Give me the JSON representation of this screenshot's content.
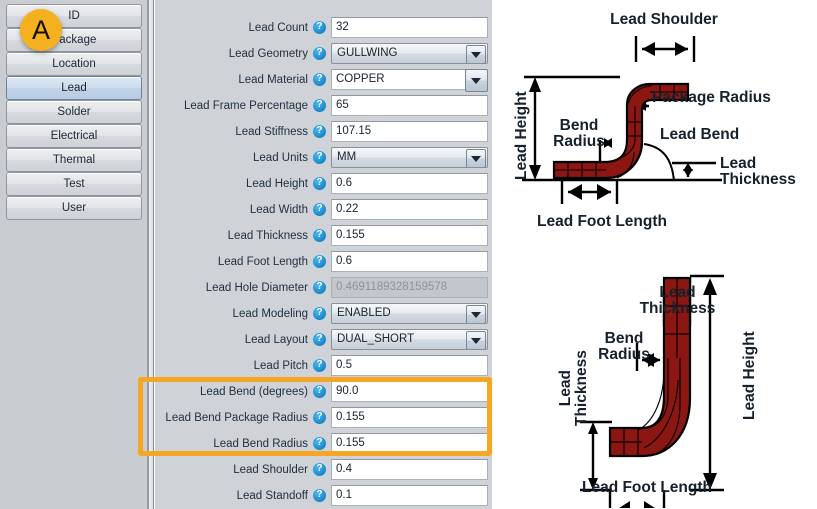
{
  "app": {
    "annotation_badge": "A",
    "panel_background": "#cfd3d8",
    "accent_highlight": "#f5a623",
    "lead_color": "#8b1612"
  },
  "tabs": {
    "items": [
      {
        "label": "ID",
        "selected": false
      },
      {
        "label": "Package",
        "selected": false
      },
      {
        "label": "Location",
        "selected": false
      },
      {
        "label": "Lead",
        "selected": true
      },
      {
        "label": "Solder",
        "selected": false
      },
      {
        "label": "Electrical",
        "selected": false
      },
      {
        "label": "Thermal",
        "selected": false
      },
      {
        "label": "Test",
        "selected": false
      },
      {
        "label": "User",
        "selected": false
      }
    ]
  },
  "form": {
    "help_glyph": "?",
    "fields": [
      {
        "label": "Lead Count",
        "value": "32",
        "type": "text"
      },
      {
        "label": "Lead Geometry",
        "value": "GULLWING",
        "type": "combo"
      },
      {
        "label": "Lead Material",
        "value": "COPPER",
        "type": "combo-split"
      },
      {
        "label": "Lead Frame Percentage",
        "value": "65",
        "type": "text"
      },
      {
        "label": "Lead Stiffness",
        "value": "107.15",
        "type": "text"
      },
      {
        "label": "Lead Units",
        "value": "MM",
        "type": "combo"
      },
      {
        "label": "Lead Height",
        "value": "0.6",
        "type": "text"
      },
      {
        "label": "Lead Width",
        "value": "0.22",
        "type": "text"
      },
      {
        "label": "Lead Thickness",
        "value": "0.155",
        "type": "text"
      },
      {
        "label": "Lead Foot Length",
        "value": "0.6",
        "type": "text"
      },
      {
        "label": "Lead Hole Diameter",
        "value": "0.4691189328159578",
        "type": "text",
        "disabled": true
      },
      {
        "label": "Lead Modeling",
        "value": "ENABLED",
        "type": "combo"
      },
      {
        "label": "Lead Layout",
        "value": "DUAL_SHORT",
        "type": "combo"
      },
      {
        "label": "Lead Pitch",
        "value": "0.5",
        "type": "text"
      },
      {
        "label": "Lead Bend (degrees)",
        "value": "90.0",
        "type": "text",
        "highlighted": true
      },
      {
        "label": "Lead Bend Package Radius",
        "value": "0.155",
        "type": "text",
        "highlighted": true
      },
      {
        "label": "Lead Bend Radius",
        "value": "0.155",
        "type": "text",
        "highlighted": true
      },
      {
        "label": "Lead Shoulder",
        "value": "0.4",
        "type": "text"
      },
      {
        "label": "Lead Standoff",
        "value": "0.1",
        "type": "text"
      }
    ]
  },
  "diagrams": [
    {
      "name": "gullwing-lead-profile",
      "labels": [
        "Lead Shoulder",
        "Lead Height",
        "Package Radius",
        "Bend\nRadius",
        "Lead Bend",
        "Lead\nThickness",
        "Lead Foot Length"
      ]
    },
    {
      "name": "j-bend-lead-profile",
      "labels": [
        "Lead\nThickness",
        "Bend\nRadius",
        "Lead\nThickness",
        "Lead Height",
        "Lead Foot Length"
      ]
    }
  ]
}
